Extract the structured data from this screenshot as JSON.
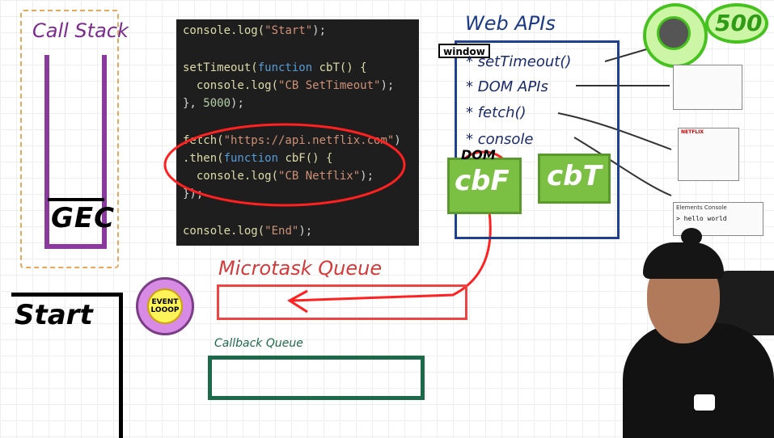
{
  "call_stack": {
    "title": "Call Stack",
    "frames": [
      "GEC"
    ]
  },
  "console": {
    "output": "Start"
  },
  "event_loop": {
    "label_line1": "EVENT",
    "label_line2": "LOOOP"
  },
  "code": {
    "lines": {
      "l1_fn": "console.log(",
      "l1_str": "\"Start\"",
      "l1_end": ");",
      "l2_fn": "setTimeout(",
      "l2_kw": "function",
      "l2_name": " cbT() {",
      "l3_fn": "  console.log(",
      "l3_str": "\"CB SetTimeout\"",
      "l3_end": ");",
      "l4_start": "}, ",
      "l4_num": "5000",
      "l4_end": ");",
      "l5_fn": "fetch(",
      "l5_str": "\"https://api.netflix.com\"",
      "l5_end": ")",
      "l6_fn": ".then(",
      "l6_kw": "function",
      "l6_name": " cbF() {",
      "l7_fn": "  console.log(",
      "l7_str": "\"CB Netflix\"",
      "l7_end": ");",
      "l8": "});",
      "l9_fn": "console.log(",
      "l9_str": "\"End\"",
      "l9_end": ");"
    }
  },
  "microtask_queue": {
    "title": "Microtask Queue"
  },
  "callback_queue": {
    "title": "Callback Queue"
  },
  "web_apis": {
    "title": "Web APIs",
    "window_tag": "window",
    "items": [
      "* setTimeout()",
      "* DOM APIs",
      "* fetch()",
      "* console"
    ],
    "dom_label": "DOM",
    "registered_callbacks": [
      "cbF",
      "cbT"
    ]
  },
  "timer": {
    "value": "500"
  },
  "thumbnails": {
    "netflix_label": "NETFLIX",
    "console_tabs": "Elements  Console",
    "console_log": "> hello world"
  },
  "colors": {
    "call_stack": "#8a3a9c",
    "microtask": "#e44444",
    "callback": "#1c6a4a",
    "web_apis": "#1f3f8f",
    "callback_box": "#7bc043",
    "code_bg": "#1e1e1e"
  }
}
